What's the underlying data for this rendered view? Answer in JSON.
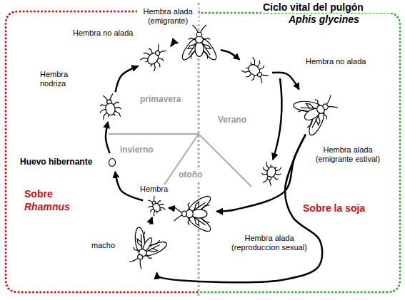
{
  "diagram": {
    "title": "Ciclo vital del pulgón",
    "nodes": [
      {
        "text": [
          "Sobre",
          "Rhamnus"
        ]
      },
      {
        "text": [
          "Sobre la soja"
        ]
      },
      {
        "text": [
          "Huevo hibernante"
        ],
        "in": 0
      },
      {
        "text": [
          "Hembra nodriza"
        ],
        "in": 0
      },
      {
        "text": [
          "Hembra no alada"
        ],
        "in": 0
      },
      {
        "text": [
          "Hembra alada (emigrante)"
        ]
      },
      {
        "text": [
          "Hembra no alada"
        ],
        "in": 1
      },
      {
        "text": [
          "Hembra alada (emigrante estival)"
        ],
        "in": 1
      },
      {
        "text": [
          "Hembra alada (reproduccion sexual)"
        ]
      },
      {
        "text": [
          "Hembra"
        ],
        "in": 0
      },
      {
        "text": [
          "macho"
        ],
        "in": 0
      }
    ],
    "edges": [
      {
        "from": 2,
        "to": 3,
        "arrow": "to"
      },
      {
        "from": 3,
        "to": 4,
        "arrow": "to"
      },
      {
        "from": 4,
        "to": 5,
        "arrow": "to"
      },
      {
        "from": 5,
        "to": 6,
        "arrow": "to"
      },
      {
        "from": 6,
        "to": 7,
        "arrow": "to"
      },
      {
        "from": 7,
        "to": 8,
        "arrow": "to"
      },
      {
        "from": 8,
        "to": 9,
        "arrow": "to"
      },
      {
        "from": 7,
        "to": 10,
        "arrow": "to"
      },
      {
        "from": 10,
        "to": 9,
        "arrow": "to"
      },
      {
        "from": 9,
        "to": 2,
        "arrow": "to"
      }
    ],
    "labels": [
      "Aphis glycines",
      "primavera",
      "Verano",
      "invierno",
      "otoño"
    ]
  }
}
